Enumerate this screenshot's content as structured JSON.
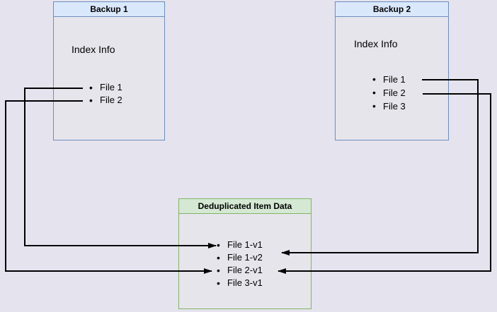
{
  "page": {
    "background": "#e4e3ee"
  },
  "colors": {
    "box_fill": "#e7e5ec",
    "blue_header_fill": "#dae8fc",
    "blue_border": "#6c8ebf",
    "green_header_fill": "#d5e8d4",
    "green_border": "#82b366",
    "connector": "#000000",
    "text": "#000000"
  },
  "boxes": {
    "backup1": {
      "title": "Backup 1",
      "subtitle": "Index Info",
      "files": [
        "File 1",
        "File 2"
      ]
    },
    "backup2": {
      "title": "Backup 2",
      "subtitle": "Index Info",
      "files": [
        "File 1",
        "File 2",
        "File 3"
      ]
    },
    "dedup": {
      "title": "Deduplicated Item Data",
      "files": [
        "File 1-v1",
        "File 1-v2",
        "File 2-v1",
        "File 3-v1"
      ]
    }
  },
  "connections": [
    {
      "from": "backup1:File 1",
      "to": "dedup:File 1-v1"
    },
    {
      "from": "backup1:File 2",
      "to": "dedup:File 2-v1"
    },
    {
      "from": "backup2:File 1",
      "to": "dedup:File 1-v2"
    },
    {
      "from": "backup2:File 2",
      "to": "dedup:File 2-v1"
    }
  ]
}
